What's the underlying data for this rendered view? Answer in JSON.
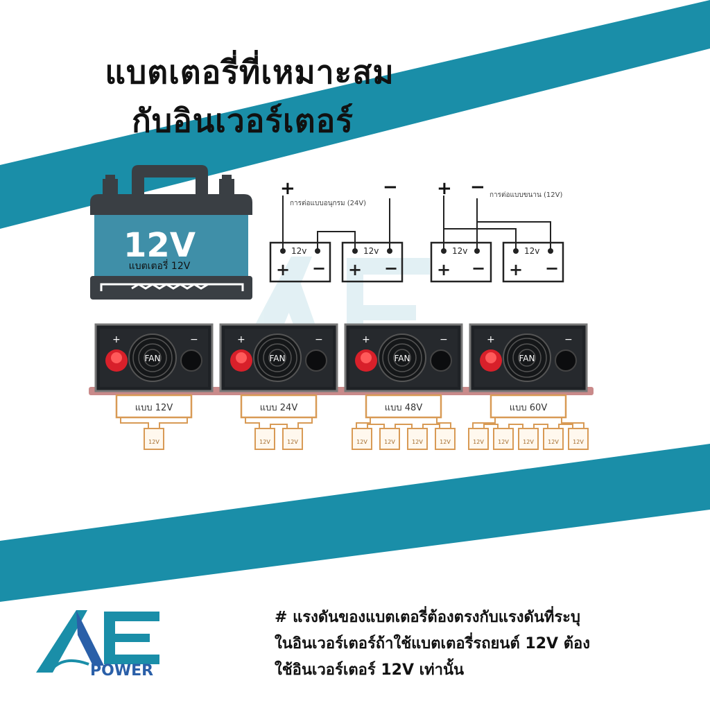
{
  "title": {
    "line1": "แบตเตอรี่ที่เหมาะสม",
    "line2": "กับอินเวอร์เตอร์"
  },
  "battery": {
    "voltage": "12V",
    "label": "แบตเตอรี่ 12V"
  },
  "series_diagram": {
    "caption": "การต่อแบบอนุกรม (24V)",
    "battery_label": "12v",
    "plus": "+",
    "minus": "−"
  },
  "parallel_diagram": {
    "caption": "การต่อแบบขนาน (12V)",
    "battery_label": "12v",
    "plus": "+",
    "minus": "−"
  },
  "inverters": [
    {
      "label": "แบบ 12V",
      "battery_count": 1
    },
    {
      "label": "แบบ 24V",
      "battery_count": 2
    },
    {
      "label": "แบบ 48V",
      "battery_count": 4
    },
    {
      "label": "แบบ 60V",
      "battery_count": 5
    }
  ],
  "inverter_common": {
    "fan_label": "FAN",
    "plus": "+",
    "minus": "−",
    "small_battery_label": "12V"
  },
  "note": {
    "line1": "# แรงดันของแบตเตอรี่ต้องตรงกับแรงดันที่ระบุ",
    "line2": "ในอินเวอร์เตอร์ถ้าใช้แบตเตอรี่รถยนต์ 12V ต้อง",
    "line3": "ใช้อินเวอร์เตอร์ 12V เท่านั้น"
  },
  "logo": {
    "letters": "AE",
    "word": "POWER"
  },
  "colors": {
    "teal": "#1a8ea8",
    "battery_blue": "#3f8fa8",
    "dark_gray": "#3a3f44",
    "wire_orange": "#d89a55",
    "red_terminal": "#d8202a"
  }
}
